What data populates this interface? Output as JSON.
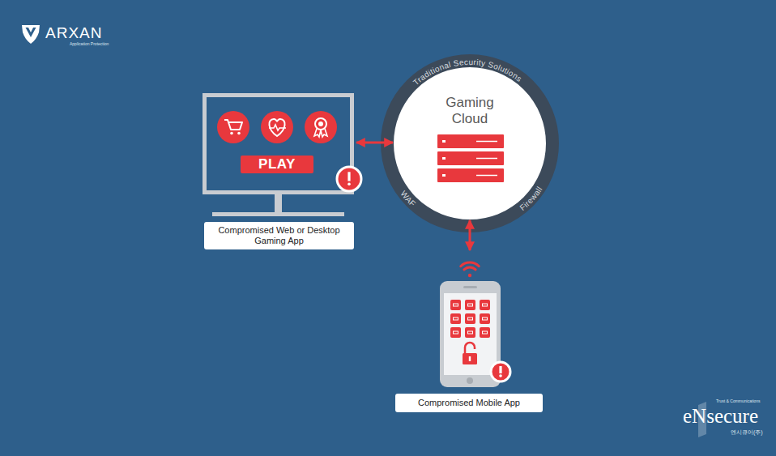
{
  "diagram": {
    "nodes": [
      {
        "text": [
          "Compromised Web or Desktop Gaming App"
        ]
      },
      {
        "text": [
          "PLAY"
        ],
        "in": 0
      },
      {
        "text": [
          "Gaming Cloud",
          "Traditional Security Solutions",
          "WAF",
          "Firewall"
        ]
      },
      {
        "text": [
          "Compromised Mobile App"
        ]
      }
    ],
    "edges": [
      {
        "from": 0,
        "to": 2,
        "arrow": "both"
      },
      {
        "from": 2,
        "to": 3,
        "arrow": "both"
      }
    ],
    "labels": [
      "ARXAN",
      "Application Protection",
      "Trust & Communications",
      "eNsecure",
      "엔시큐어(주)"
    ]
  }
}
